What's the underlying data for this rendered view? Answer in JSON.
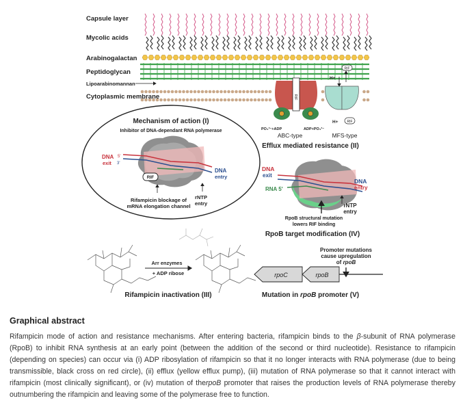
{
  "membrane": {
    "capsule": "Capsule layer",
    "mycolic": "Mycolic acids",
    "arabino": "Arabinogalactan",
    "peptido": "Peptidoglycan",
    "lipo": "Lipoarabinomannan",
    "cyto": "Cytoplasmic membrane"
  },
  "mechanism": {
    "title": "Mechanism of action (I)",
    "subtitle": "Inhibitor of DNA-dependant RNA polymerase",
    "dna_exit_1": "DNA",
    "dna_exit_2": "exit",
    "prime5": "5'",
    "prime3": "3'",
    "dna_entry_1": "DNA",
    "dna_entry_2": "entry",
    "rif": "RIF",
    "blockage_1": "Rifampicin blockage of",
    "blockage_2": "mRNA elongation channel",
    "ntp_1": "rNTP",
    "ntp_2": "entry"
  },
  "efflux": {
    "h_plus": "H+",
    "rif": "RIF",
    "po4_adp": "PO₄³⁻+ADP",
    "adp_po4": "ADP+PO₄³⁻",
    "abc": "ABC-type",
    "mfs": "MFS-type",
    "title": "Efflux mediated resistance (II)"
  },
  "target": {
    "dna_exit_1": "DNA",
    "dna_exit_2": "exit",
    "rna": "RNA 5'",
    "dna_entry_1": "DNA",
    "dna_entry_2": "entry",
    "ntp_1": "rNTP",
    "ntp_2": "entry",
    "note_1": "RpoB structural mutation",
    "note_2": "lowers RIF binding",
    "title": "RpoB target modification (IV)"
  },
  "inactivation": {
    "arrow_top": "Arr enzymes",
    "arrow_bottom": "+ ADP ribose",
    "title": "Rifampicin inactivation (III)"
  },
  "promoter": {
    "note_1": "Promoter mutations",
    "note_2": "cause upregulation",
    "note_3": "of",
    "note_gene": "rpoB",
    "gene_c": "rpoC",
    "gene_b": "rpoB",
    "title_pre": "Mutation in",
    "title_gene": "rpoB",
    "title_post": "promoter (V)"
  },
  "caption": {
    "title": "Graphical abstract",
    "p1": "Rifampicin mode of action and resistance mechanisms. After entering bacteria, rifampicin binds to the",
    "beta": "β",
    "p2": "-subunit of RNA polymerase (RpoB) to inhibit RNA synthesis at an early point (between the addition of the second or third nucleotide). Resistance to rifampicin (depending on species) can occur via (i) ADP ribosylation of rifampicin so that it no longer interacts with RNA polymerase (due to being transmissible, black cross on red circle), (ii) efflux (yellow efflux pump), (iii) mutation of RNA polymerase so that it cannot interact with rifampicin (most clinically significant), or (iv) mutation of the",
    "gene": "rpoB",
    "p3": " promoter that raises the production levels of RNA polymerase thereby outnumbering the rifampicin and leaving some of the polymerase free to function."
  },
  "colors": {
    "capsule": "#d45a8a",
    "mycolic": "#3a3a3a",
    "arabino": "#f3c64a",
    "peptido": "#3fa24c",
    "cyto": "#c9a889",
    "dna_red": "#c8323c",
    "dna_blue": "#2b4f8f",
    "pump_red": "#c8564e",
    "pump_green": "#3a8a4c",
    "mfs": "#a9ddd0",
    "mutation_green": "#6ad08a"
  }
}
